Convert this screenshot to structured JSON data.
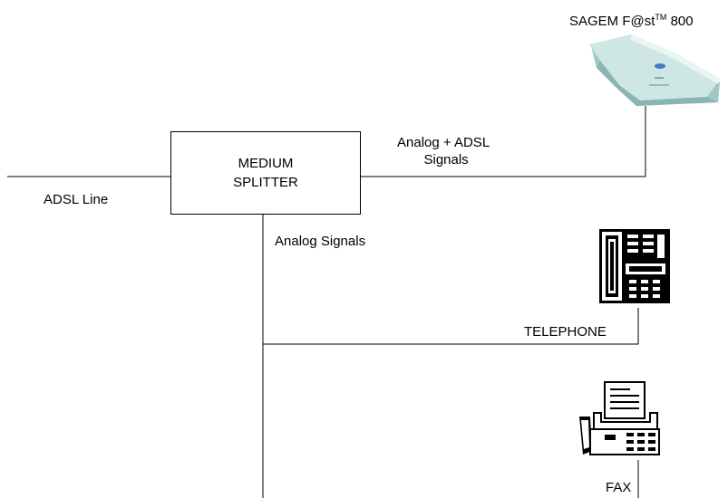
{
  "diagram": {
    "modem_label": "SAGEM F@st",
    "modem_tm": "TM",
    "modem_model": " 800",
    "splitter_line1": "MEDIUM",
    "splitter_line2": "SPLITTER",
    "analog_adsl_line1": "Analog + ADSL",
    "analog_adsl_line2": "Signals",
    "adsl_line_label": "ADSL Line",
    "analog_signals_label": "Analog Signals",
    "telephone_label": "TELEPHONE",
    "fax_label": "FAX"
  },
  "icons": {
    "modem": "adsl-modem-icon",
    "telephone": "telephone-icon",
    "fax": "fax-machine-icon"
  },
  "colors": {
    "line": "#000000",
    "modem_body": "#cfe7e4",
    "modem_shadow": "#9fc7c3",
    "background": "#ffffff"
  }
}
